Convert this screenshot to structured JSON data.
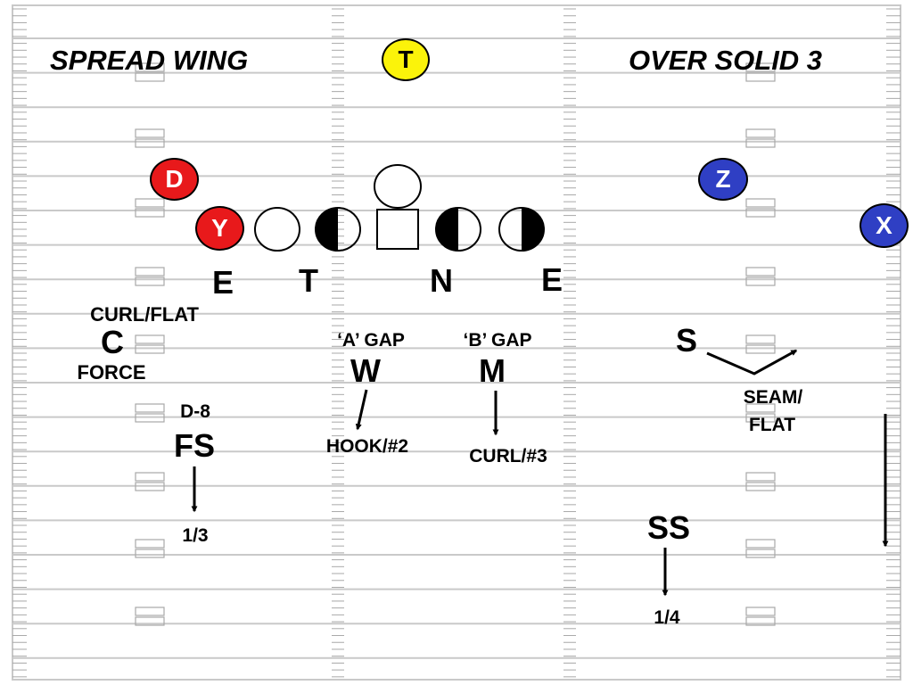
{
  "play": {
    "offense_formation": "SPREAD WING",
    "defense_call": "OVER SOLID 3"
  },
  "colors": {
    "field_line": "#c9c9c9",
    "hash_mark": "#a8a8a8",
    "defender_red": "#e8191b",
    "receiver_blue": "#2f3fc4",
    "tight_end_yellow": "#fbf30a",
    "ink": "#000000"
  },
  "offense": {
    "top_player": "T",
    "left_player_1": "D",
    "left_player_2": "Y",
    "right_player_1": "Z",
    "right_player_2": "X"
  },
  "front": {
    "left_end": "E",
    "tackle": "T",
    "nose": "N",
    "right_end": "E"
  },
  "assignments": {
    "corner": {
      "label": "C",
      "top_note": "CURL/FLAT",
      "bottom_note": "FORCE"
    },
    "will": {
      "label": "W",
      "gap": "‘A’ GAP",
      "drop": "HOOK/#2"
    },
    "mike": {
      "label": "M",
      "gap": "‘B’ GAP",
      "drop": "CURL/#3"
    },
    "sam": {
      "label": "S",
      "drop_line1": "SEAM/",
      "drop_line2": "FLAT"
    },
    "free_safety": {
      "label": "FS",
      "align": "D-8",
      "zone": "1/3"
    },
    "strong_safety": {
      "label": "SS",
      "zone": "1/4"
    }
  }
}
